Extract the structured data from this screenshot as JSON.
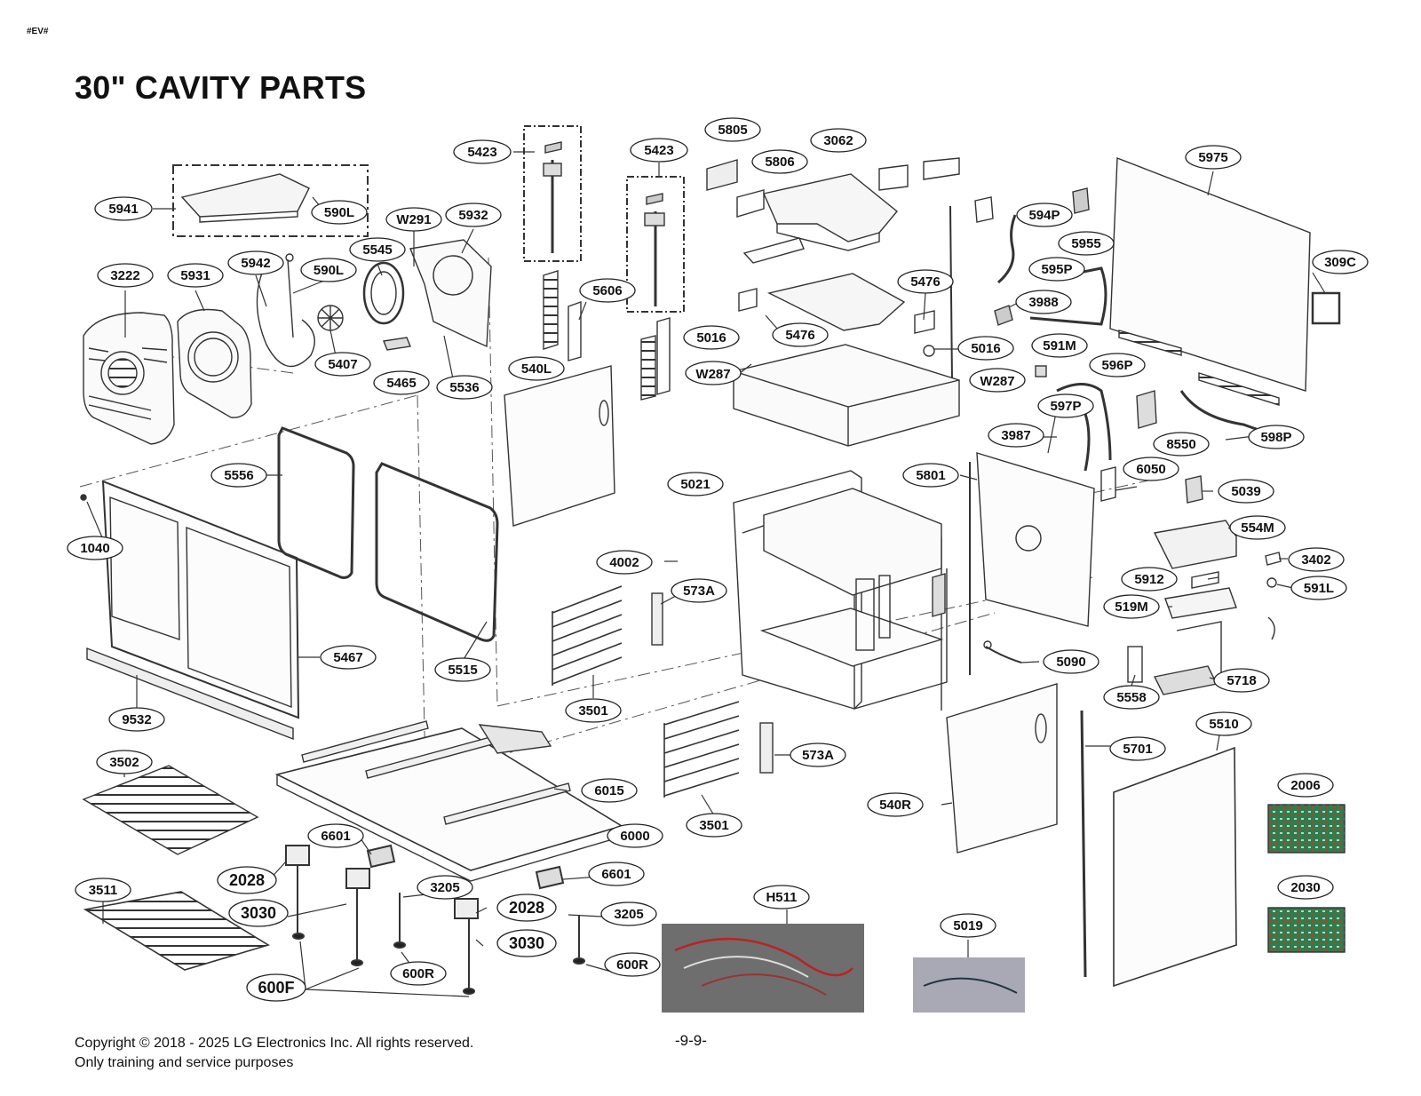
{
  "doc_tag": "#EV#",
  "title": "30\" CAVITY PARTS",
  "footer": {
    "copyright": "Copyright © 2018 - 2025 LG Electronics Inc. All rights reserved.",
    "purpose": "Only training and service purposes",
    "page": "-9-9-"
  },
  "callouts": {
    "c5423a": "5423",
    "c5423b": "5423",
    "c5805": "5805",
    "c3062": "3062",
    "c5975": "5975",
    "c5806": "5806",
    "c5941": "5941",
    "c590La": "590L",
    "cW291": "W291",
    "c5932": "5932",
    "c594P": "594P",
    "c5955": "5955",
    "c309C": "309C",
    "c3222": "3222",
    "c5931": "5931",
    "c5942": "5942",
    "c590Lb": "590L",
    "c5545": "5545",
    "c5606": "5606",
    "c5476a": "5476",
    "c595P": "595P",
    "c3988": "3988",
    "c5016a": "5016",
    "c5476b": "5476",
    "c5016b": "5016",
    "c591M": "591M",
    "c5407": "5407",
    "c5465": "5465",
    "c5536": "5536",
    "c540L": "540L",
    "cW287a": "W287",
    "cW287b": "W287",
    "c596P": "596P",
    "c597P": "597P",
    "c3987": "3987",
    "c8550": "8550",
    "c598P": "598P",
    "c5556": "5556",
    "c5021": "5021",
    "c5801": "5801",
    "c6050": "6050",
    "c5039": "5039",
    "c1040": "1040",
    "c554M": "554M",
    "c4002": "4002",
    "c3402": "3402",
    "c573Aa": "573A",
    "c5912": "5912",
    "c591L": "591L",
    "c519M": "519M",
    "c5467": "5467",
    "c5515": "5515",
    "c5090": "5090",
    "c5718": "5718",
    "c3501a": "3501",
    "c5558": "5558",
    "c9532": "9532",
    "c5510": "5510",
    "c5701": "5701",
    "c3502": "3502",
    "c573Ab": "573A",
    "c6015": "6015",
    "c2006": "2006",
    "c540R": "540R",
    "c3501b": "3501",
    "c6601a": "6601",
    "c6000": "6000",
    "c2028a": "2028",
    "c6601b": "6601",
    "c2030": "2030",
    "cH511": "H511",
    "c3511": "3511",
    "c3205a": "3205",
    "c3030a": "3030",
    "c2028b": "2028",
    "c3205b": "3205",
    "c5019": "5019",
    "c3030b": "3030",
    "c600Ra": "600R",
    "c600Rb": "600R",
    "c600F": "600F"
  }
}
